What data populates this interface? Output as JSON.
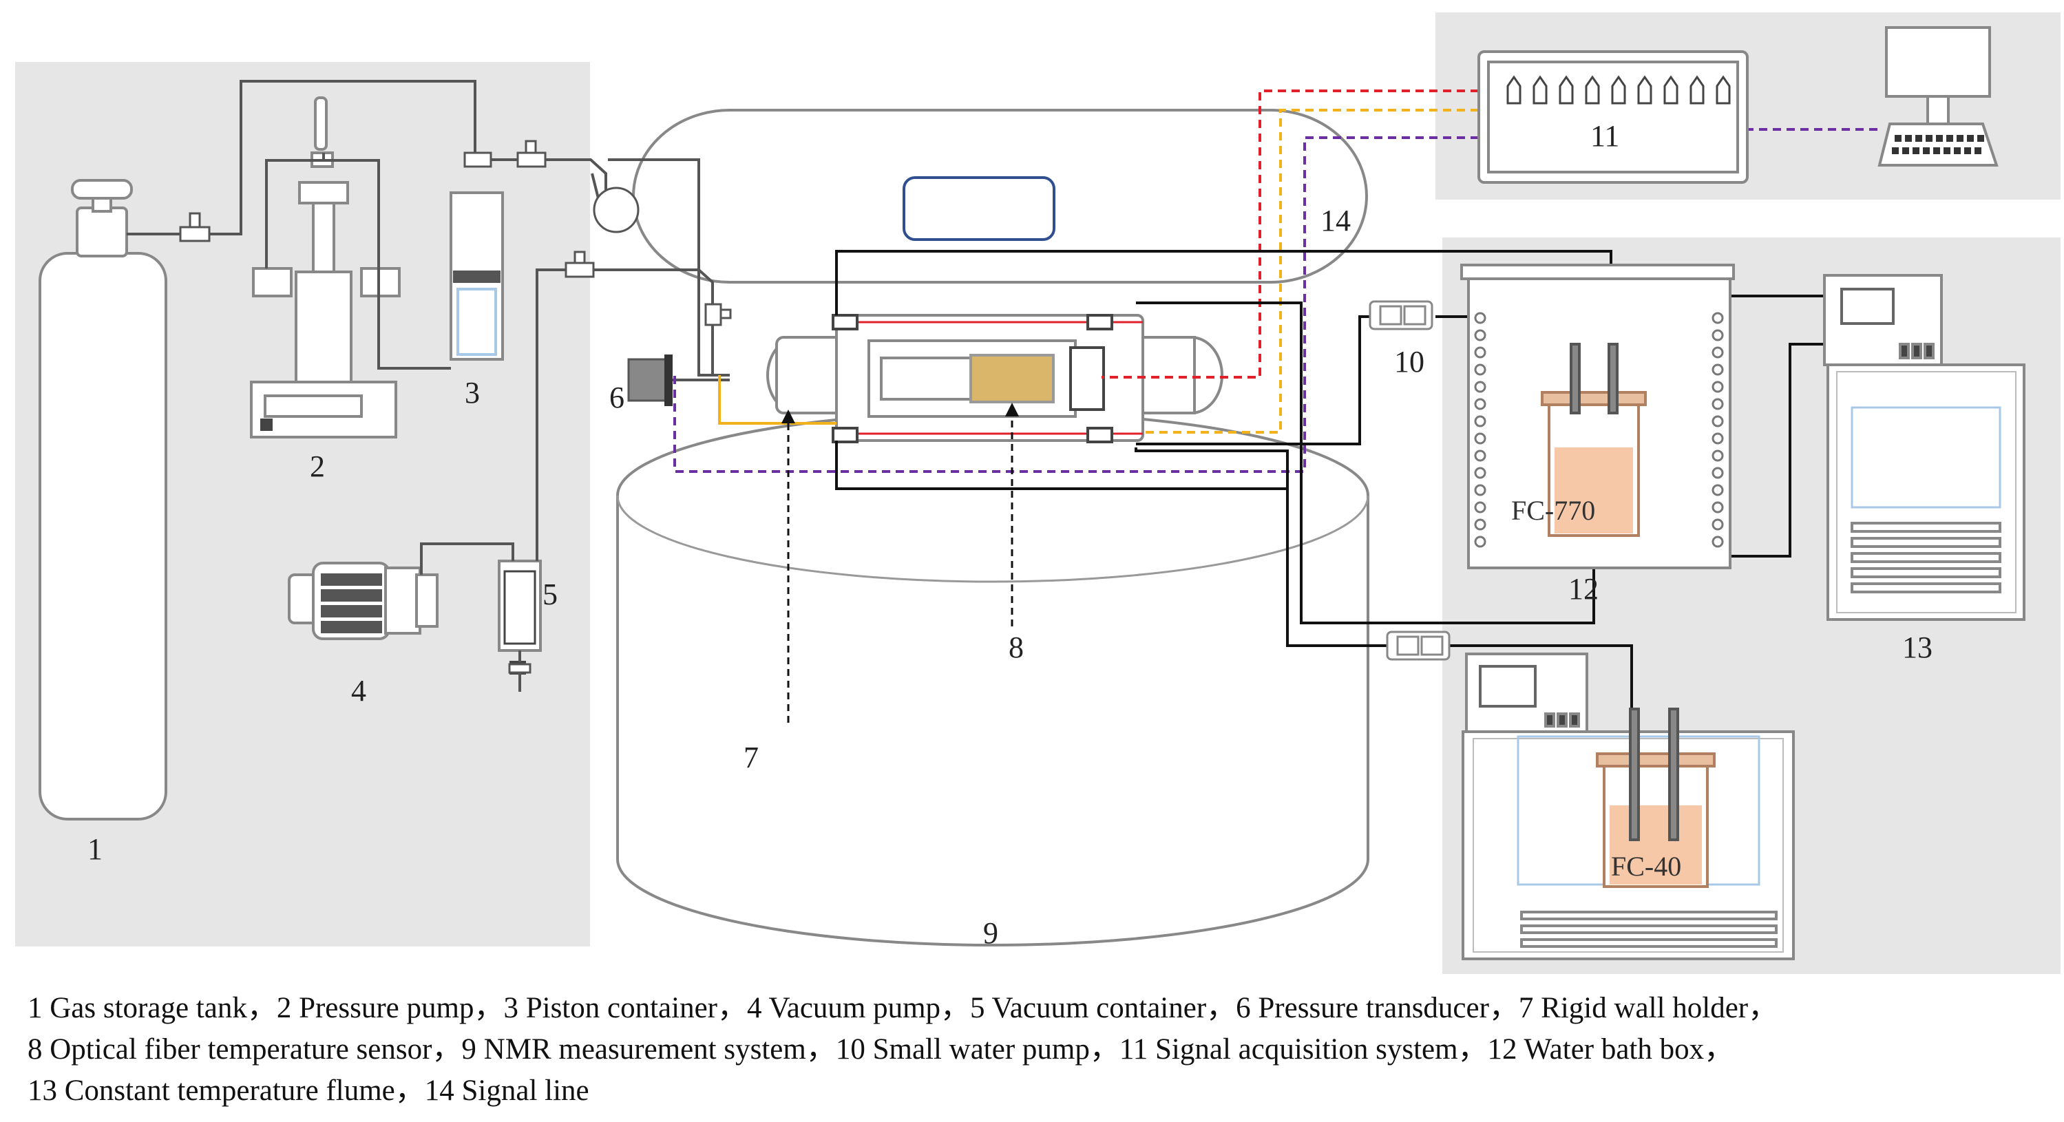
{
  "labels": {
    "n1": "1",
    "n2": "2",
    "n3": "3",
    "n4": "4",
    "n5": "5",
    "n6": "6",
    "n7": "7",
    "n8": "8",
    "n9": "9",
    "n10": "10",
    "n11": "11",
    "n12": "12",
    "n13": "13",
    "n14": "14",
    "fc770": "FC-770",
    "fc40": "FC-40"
  },
  "caption": {
    "line1": "1 Gas storage tank，2 Pressure pump，3 Piston container，4 Vacuum pump，5 Vacuum container，6 Pressure transducer，7 Rigid wall holder，",
    "line2": "8 Optical fiber temperature sensor，9 NMR measurement system，10 Small water pump，11 Signal acquisition system，12 Water bath box，",
    "line3": "13 Constant temperature flume，14 Signal line"
  },
  "colors": {
    "panel": "#e6e6e6",
    "line": "#333333",
    "signal_red": "#e0202a",
    "signal_yellow": "#f2b21b",
    "signal_purple": "#6b2fa3",
    "liquid": "#f6c8a8",
    "sample": "#d9b66a"
  }
}
